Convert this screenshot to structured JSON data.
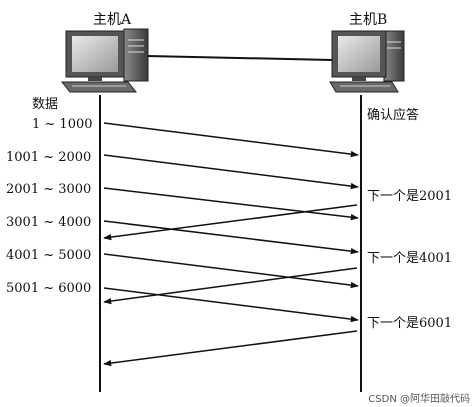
{
  "hosts": {
    "a": {
      "label": "主机A"
    },
    "b": {
      "label": "主机B"
    }
  },
  "sender_header": "数据",
  "receiver_header": "确认应答",
  "segments": [
    "1 ~ 1000",
    "1001 ~ 2000",
    "2001 ~ 3000",
    "3001 ~ 4000",
    "4001 ~ 5000",
    "5001 ~ 6000"
  ],
  "acks": [
    "下一个是2001",
    "下一个是4001",
    "下一个是6001"
  ],
  "watermark": "CSDN @阿华田敲代码"
}
